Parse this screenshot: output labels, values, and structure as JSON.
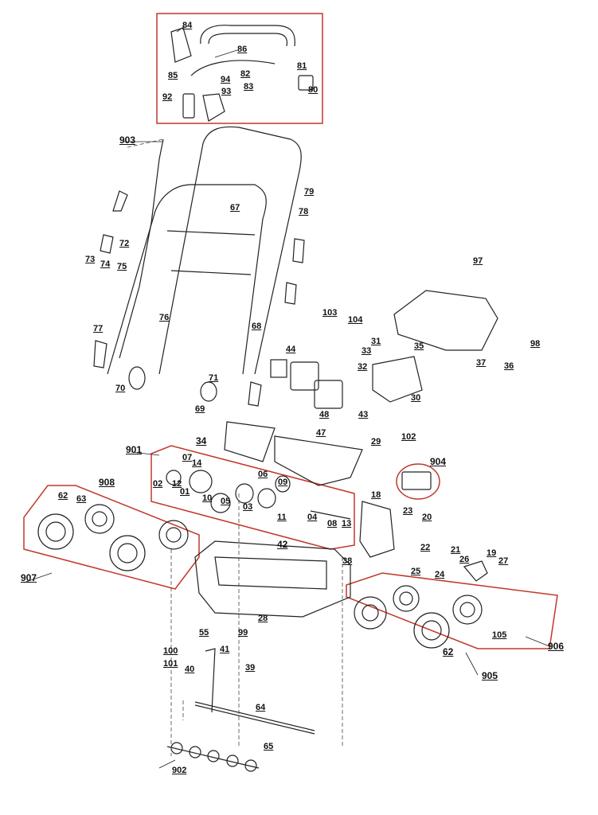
{
  "diagram": {
    "callouts": {
      "c84": "84",
      "c85": "85",
      "c86": "86",
      "c82": "82",
      "c81": "81",
      "c83": "83",
      "c80": "80",
      "c94": "94",
      "c92": "92",
      "c93": "93",
      "c903": "903",
      "c79": "79",
      "c78": "78",
      "c67": "67",
      "c72": "72",
      "c73": "73",
      "c74": "74",
      "c75": "75",
      "c77": "77",
      "c76": "76",
      "c68": "68",
      "c70": "70",
      "c71": "71",
      "c69": "69",
      "c97": "97",
      "c103": "103",
      "c104": "104",
      "c35": "35",
      "c31": "31",
      "c33": "33",
      "c32": "32",
      "c98": "98",
      "c37": "37",
      "c36": "36",
      "c44": "44",
      "c30": "30",
      "c48": "48",
      "c43": "43",
      "c47": "47",
      "c102": "102",
      "c34": "34",
      "c29": "29",
      "c901": "901",
      "c904": "904",
      "c07": "07",
      "c14": "14",
      "c02": "02",
      "c12": "12",
      "c01": "01",
      "c10": "10",
      "c05": "05",
      "c06": "06",
      "c09": "09",
      "c03": "03",
      "c908": "908",
      "c62a": "62",
      "c63": "63",
      "c11": "11",
      "c04": "04",
      "c08": "08",
      "c13": "13",
      "c18": "18",
      "c23": "23",
      "c20": "20",
      "c42": "42",
      "c22": "22",
      "c21": "21",
      "c19": "19",
      "c26": "26",
      "c27": "27",
      "c25": "25",
      "c24": "24",
      "c38": "38",
      "c907": "907",
      "c28": "28",
      "c906": "906",
      "c105": "105",
      "c62b": "62",
      "c905": "905",
      "c55": "55",
      "c99": "99",
      "c100": "100",
      "c41": "41",
      "c101": "101",
      "c40": "40",
      "c39": "39",
      "c64": "64",
      "c65": "65",
      "c902": "902"
    }
  }
}
